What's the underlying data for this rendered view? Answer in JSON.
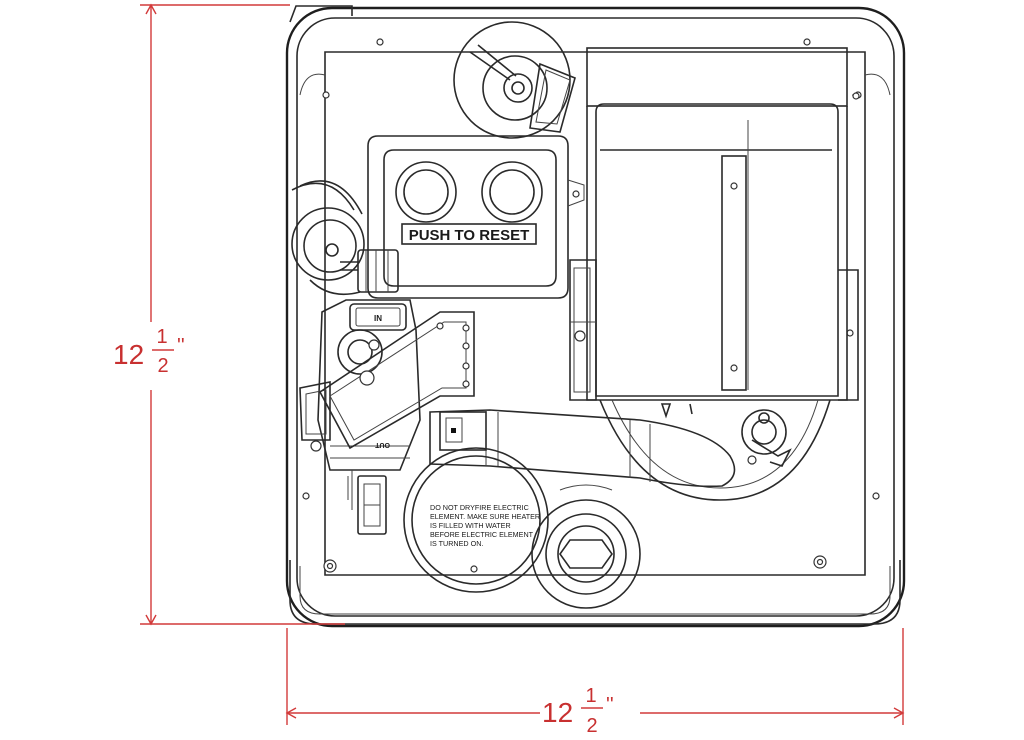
{
  "dimensions": {
    "height": {
      "whole": "12",
      "num": "1",
      "den": "2",
      "unit": "''"
    },
    "width": {
      "whole": "12",
      "num": "1",
      "den": "2",
      "unit": "''"
    }
  },
  "labels": {
    "reset": "PUSH TO RESET",
    "thermostat_marker": "IN",
    "outlet": "OUT",
    "warning_lines": [
      "DO NOT DRYFIRE ELECTRIC",
      "ELEMENT. MAKE SURE HEATER",
      "IS FILLED WITH WATER",
      "BEFORE ELECTRIC ELEMENT",
      "IS TURNED ON."
    ]
  },
  "colors": {
    "dimension": "#d23a3a",
    "linework": "#2a2a2a"
  }
}
